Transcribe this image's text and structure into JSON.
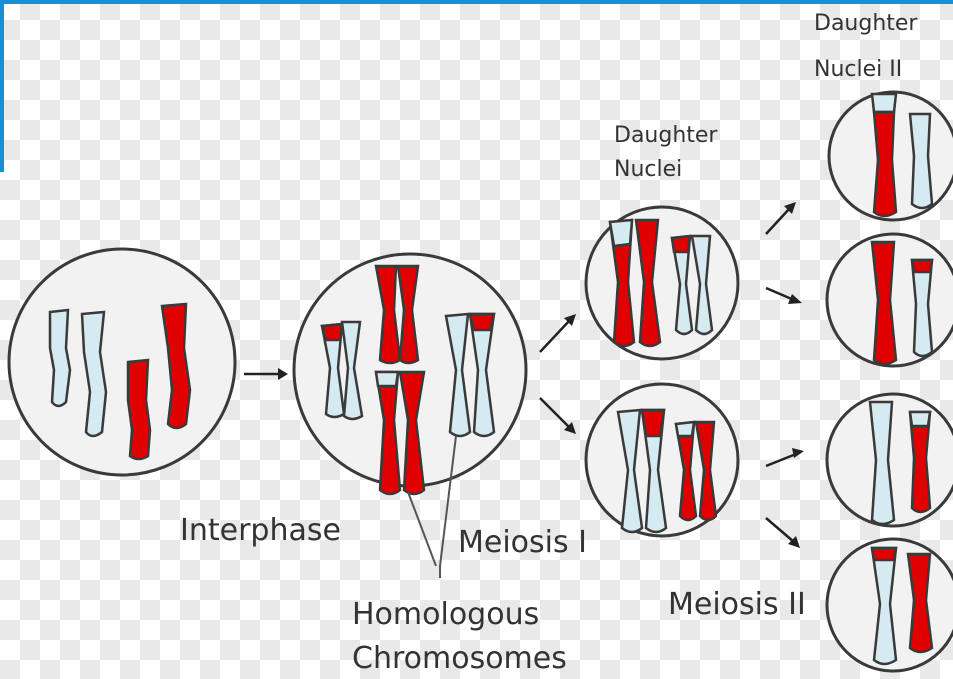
{
  "labels": {
    "interphase": "Interphase",
    "meiosis_1": "Meiosis I",
    "meiosis_2": "Meiosis II",
    "homologous_1": "Homologous",
    "homologous_2": "Chromosomes",
    "daughter_nuclei_1_line1": "Daughter",
    "daughter_nuclei_1_line2": "Nuclei",
    "daughter_nuclei_2_line1": "Daughter",
    "daughter_nuclei_2_line2": "Nuclei II"
  },
  "colors": {
    "maternal": "#e00000",
    "paternal": "#d6eaf2",
    "outline": "#3a3a3a",
    "frame": "#1a8fd6"
  }
}
